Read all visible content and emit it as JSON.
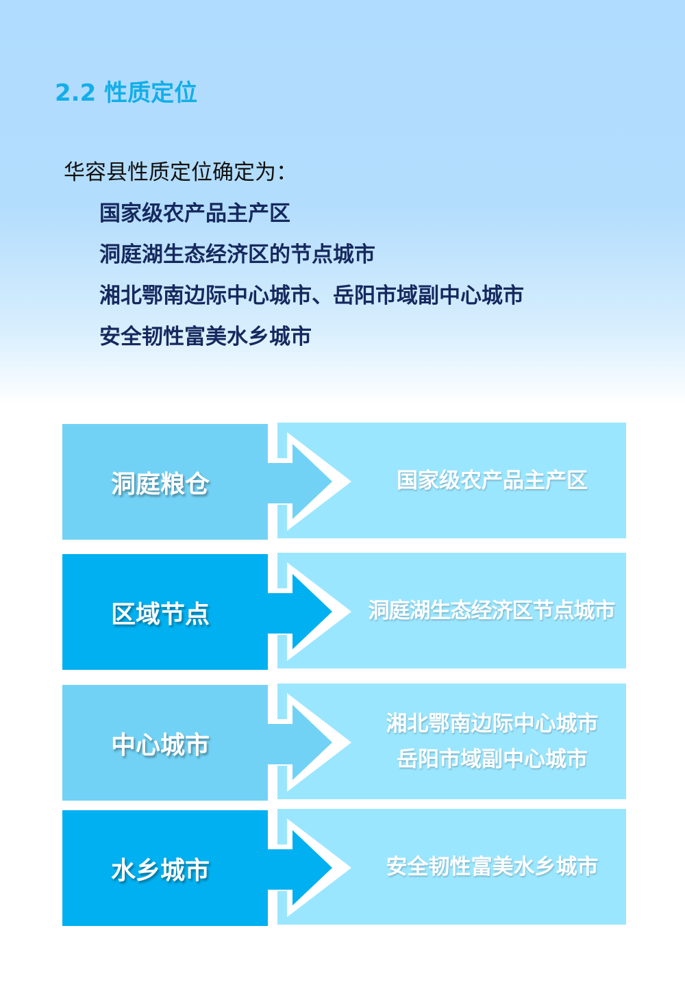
{
  "heading": "2.2 性质定位",
  "intro": "华容县性质定位确定为：",
  "items": [
    "国家级农产品主产区",
    "洞庭湖生态经济区的节点城市",
    "湘北鄂南边际中心城市、岳阳市域副中心城市",
    "安全韧性富美水乡城市"
  ],
  "rows": [
    {
      "label": "洞庭粮仓",
      "lines": [
        "国家级农产品主产区"
      ],
      "color": "#72d2f5"
    },
    {
      "label": "区域节点",
      "lines": [
        "洞庭湖生态经济区节点城市"
      ],
      "color": "#00b0f0"
    },
    {
      "label": "中心城市",
      "lines": [
        "湘北鄂南边际中心城市",
        "岳阳市域副中心城市"
      ],
      "color": "#72d2f5"
    },
    {
      "label": "水乡城市",
      "lines": [
        "安全韧性富美水乡城市"
      ],
      "color": "#00b0f0"
    }
  ]
}
